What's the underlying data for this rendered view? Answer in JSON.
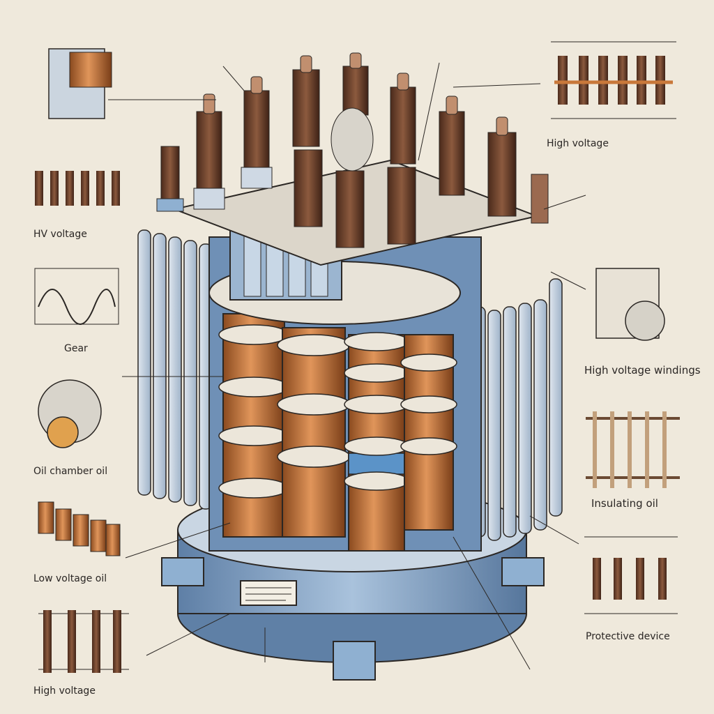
{
  "labels": {
    "high_voltage_top_right": "High voltage",
    "hv_voltage_left": "HV voltage",
    "gear_left": "Gear",
    "high_voltage_windings_right": "High voltage windings",
    "insulating_oil_right": "Insulating oil",
    "low_voltage_oil_left": "Low voltage oil",
    "oil_chamber_left": "Oil chamber oil",
    "protective_device_right": "Protective device",
    "high_voltage_bottom_left": "High voltage"
  },
  "colors": {
    "background": "#efe9dc",
    "copper": "#c9783a",
    "tank_blue": "#7d9dc2",
    "porcelain": "#e6e1d6",
    "bushing_brown": "#6b3f2a",
    "ink": "#2b2724"
  },
  "icons": {
    "winding_coil": "winding-coil-icon",
    "bushing": "bushing-icon",
    "radiator_fin": "radiator-fin-icon"
  }
}
